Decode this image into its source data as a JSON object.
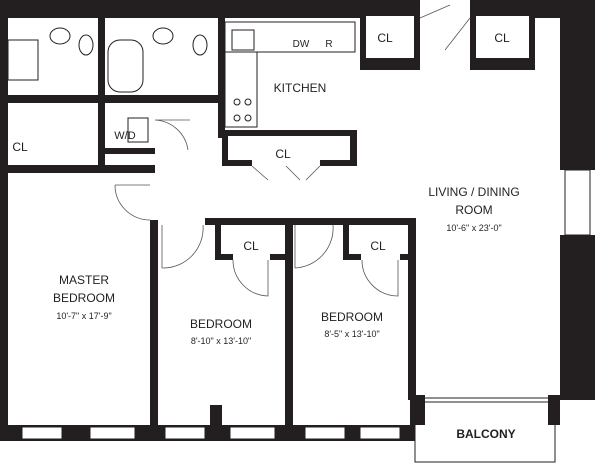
{
  "rooms": {
    "master": {
      "name_line1": "MASTER",
      "name_line2": "BEDROOM",
      "dims": "10'-7\" x 17'-9\""
    },
    "bedroom1": {
      "name": "BEDROOM",
      "dims": "8'-10\" x 13'-10\""
    },
    "bedroom2": {
      "name": "BEDROOM",
      "dims": "8'-5\" x 13'-10\""
    },
    "living": {
      "name_line1": "LIVING / DINING",
      "name_line2": "ROOM",
      "dims": "10'-6\" x 23'-0\""
    },
    "kitchen": {
      "name": "KITCHEN"
    },
    "balcony": {
      "name": "BALCONY"
    },
    "washer_dryer": {
      "name": "W/D"
    }
  },
  "closets": {
    "label": "CL"
  },
  "appliances": {
    "dishwasher": "DW",
    "refrigerator": "R"
  }
}
